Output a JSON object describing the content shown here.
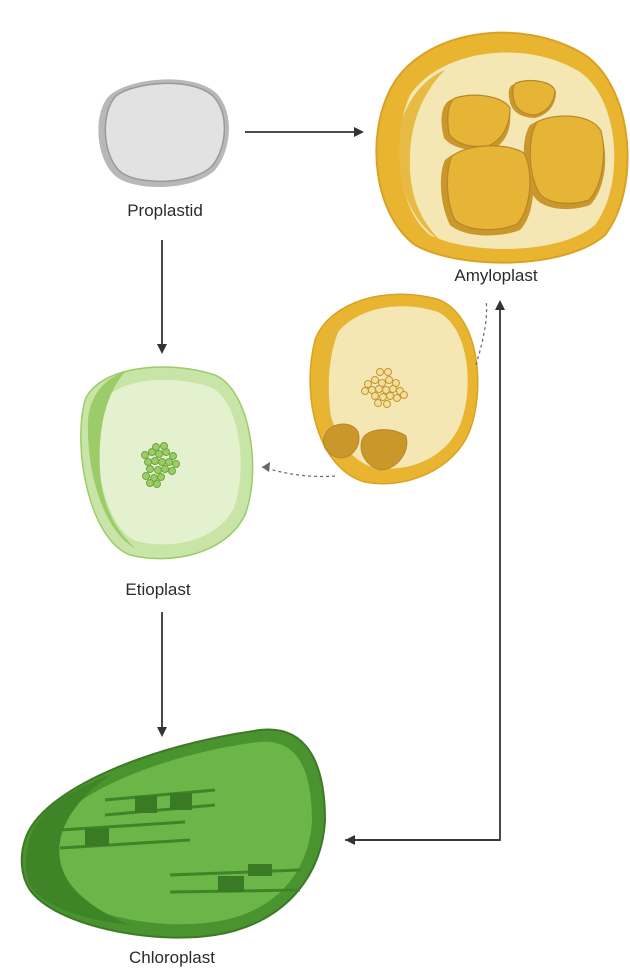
{
  "labels": {
    "proplastid": "Proplastid",
    "amyloplast": "Amyloplast",
    "etioplast": "Etioplast",
    "chloroplast": "Chloroplast"
  },
  "colors": {
    "proplastid_fill": "#dcdcdc",
    "proplastid_edge": "#9a9a9a",
    "amyloplast_inner": "#f4e7b4",
    "amyloplast_outer": "#e9b530",
    "starch": "#e6b536",
    "etioplast_inner": "#e4f1cf",
    "etioplast_outer": "#9ccc6a",
    "chloroplast": "#5ba63a",
    "chloroplast_dark": "#3e8a28",
    "arrow": "#333333"
  }
}
